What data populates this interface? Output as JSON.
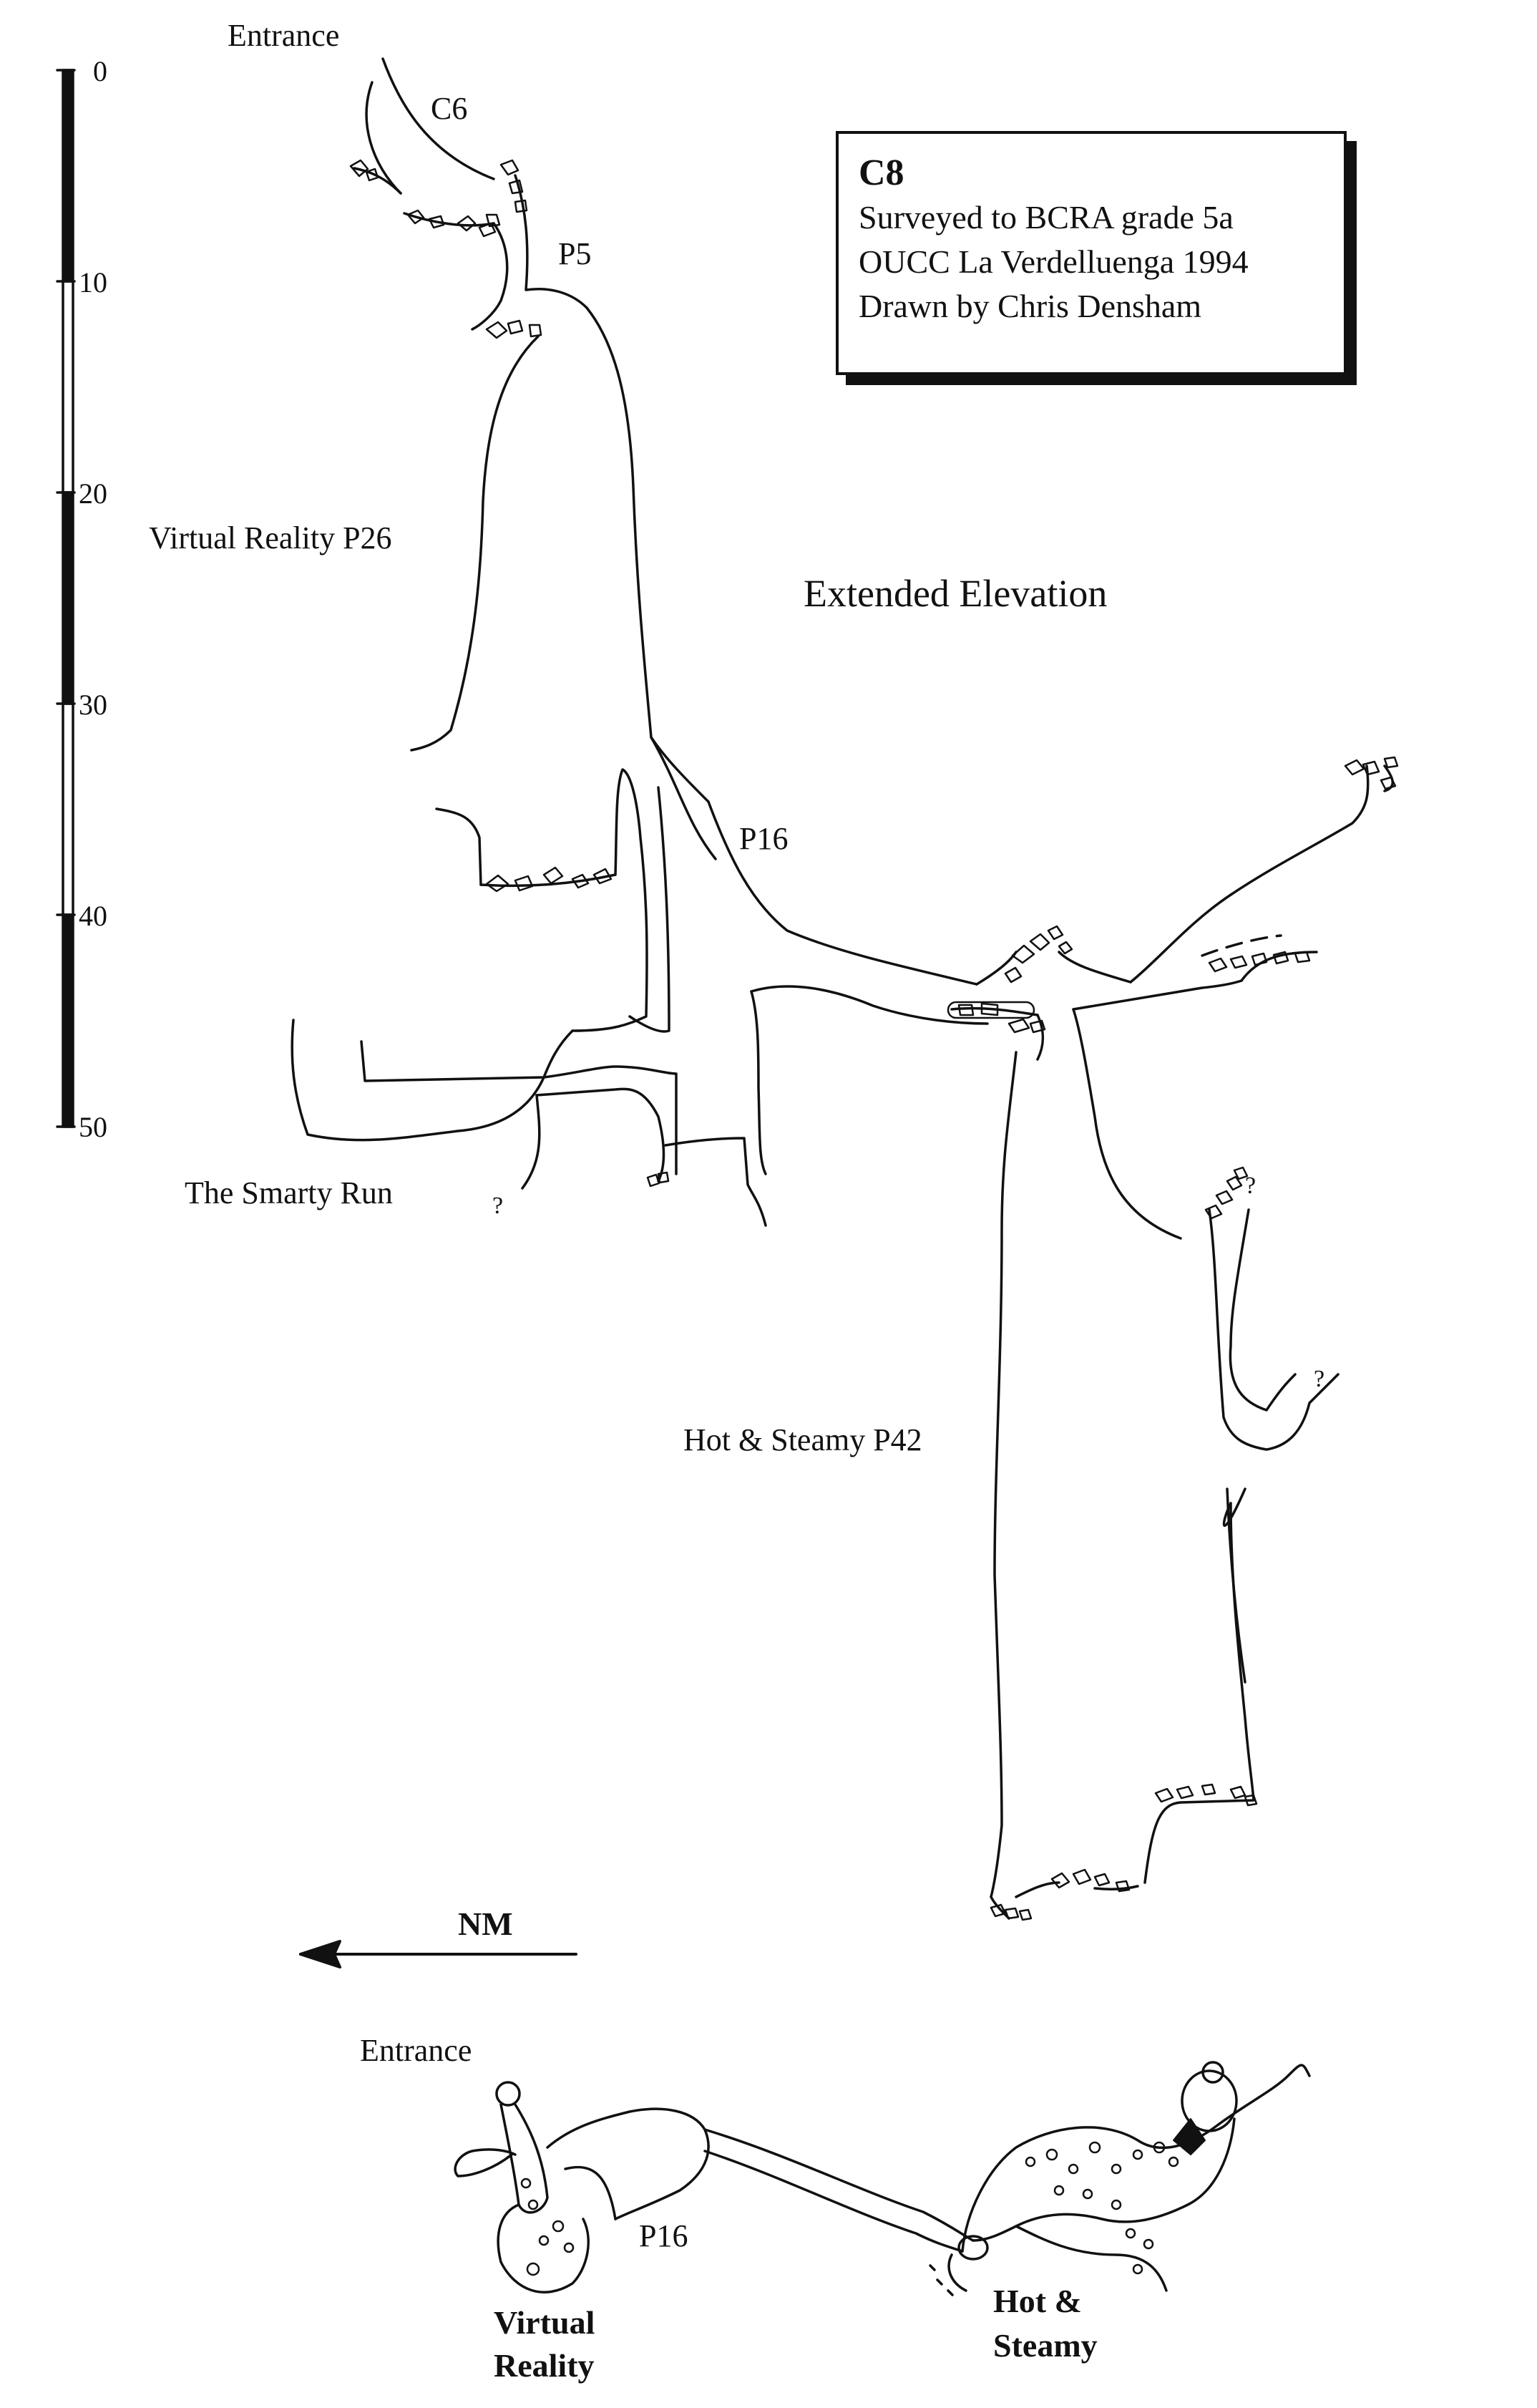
{
  "survey": {
    "cave_id": "C8",
    "grade": "Surveyed to BCRA grade 5a",
    "club": "OUCC La Verdelluenga 1994",
    "author": "Drawn by Chris Densham",
    "section_title": "Extended Elevation"
  },
  "scale_bar": {
    "ticks": [
      "0",
      "10",
      "20",
      "30",
      "40",
      "50"
    ]
  },
  "labels": {
    "entrance": "Entrance",
    "c6": "C6",
    "p5": "P5",
    "virtual_reality": "Virtual Reality P26",
    "p16": "P16",
    "smarty_run": "The Smarty Run",
    "hot_steamy": "Hot & Steamy P42",
    "unknown_mark": "?"
  },
  "north": {
    "label": "NM",
    "direction": "left"
  },
  "plan": {
    "entrance": "Entrance",
    "p16": "P16",
    "virtual_reality_line1": "Virtual",
    "virtual_reality_line2": "Reality",
    "hot_steamy_line1": "Hot &",
    "hot_steamy_line2": "Steamy"
  },
  "colors": {
    "ink": "#111111",
    "paper": "#ffffff"
  }
}
